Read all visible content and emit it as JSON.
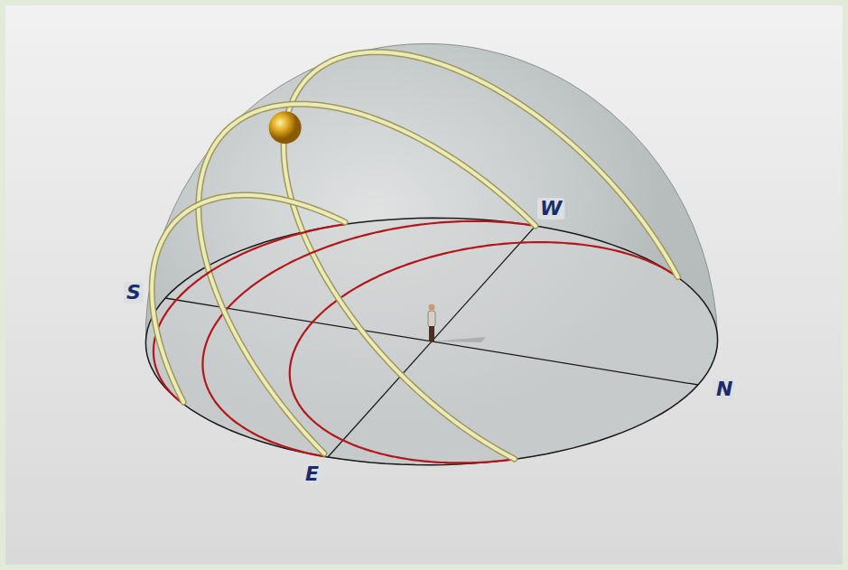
{
  "diagram": {
    "labels": [
      "S",
      "W",
      "N",
      "E"
    ]
  }
}
